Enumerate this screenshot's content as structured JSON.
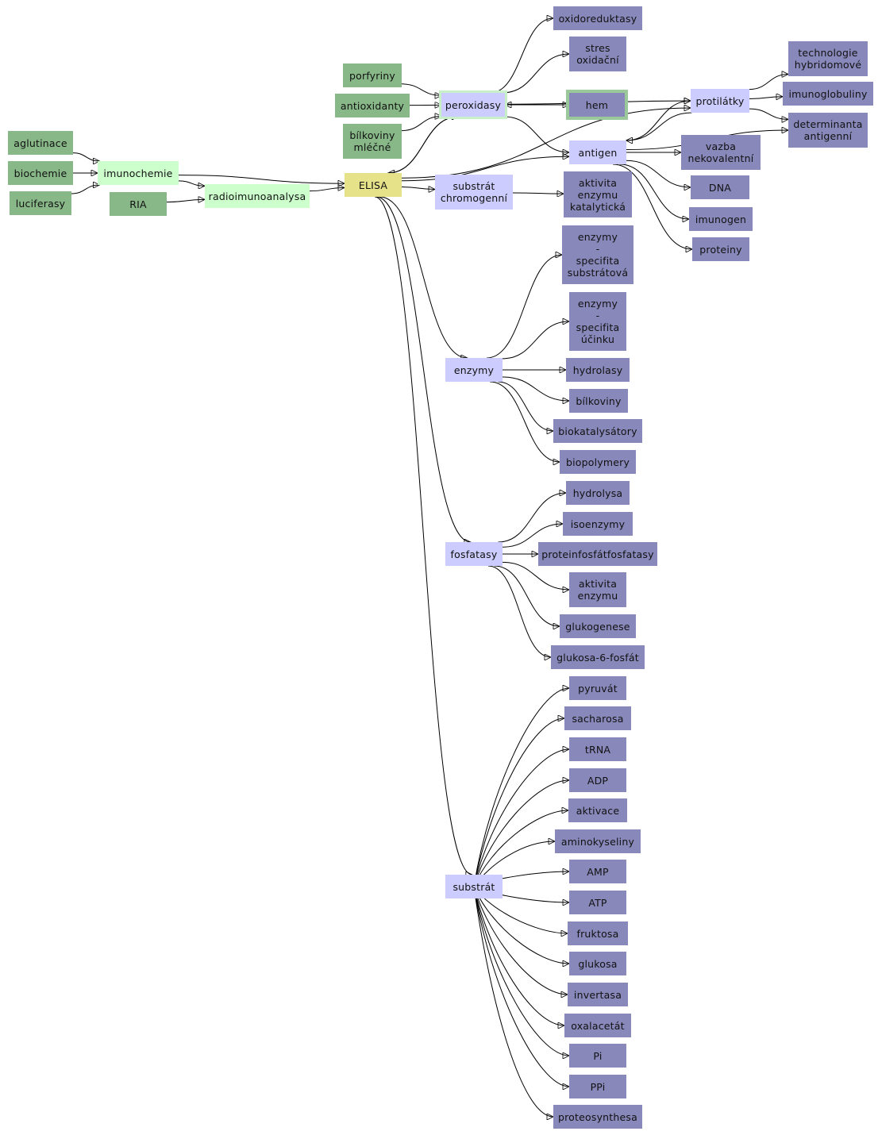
{
  "diagram": {
    "nodes": [
      {
        "id": "aglutinace",
        "label": "aglutinace",
        "kind": "source"
      },
      {
        "id": "biochemie",
        "label": "biochemie",
        "kind": "source"
      },
      {
        "id": "luciferasy",
        "label": "luciferasy",
        "kind": "source"
      },
      {
        "id": "ria",
        "label": "RIA",
        "kind": "source"
      },
      {
        "id": "imunochemie",
        "label": "imunochemie",
        "kind": "intermediate"
      },
      {
        "id": "radioimunoanalysa",
        "label": "radioimunoanalysa",
        "kind": "intermediate"
      },
      {
        "id": "porfyriny",
        "label": "porfyriny",
        "kind": "source"
      },
      {
        "id": "antioxidanty",
        "label": "antioxidanty",
        "kind": "source"
      },
      {
        "id": "bilkoviny_mlecne",
        "label": "bílkoviny\nmléčné",
        "kind": "source"
      },
      {
        "id": "elisa",
        "label": "ELISA",
        "kind": "center"
      },
      {
        "id": "peroxidasy",
        "label": "peroxidasy",
        "kind": "hub"
      },
      {
        "id": "hem",
        "label": "hem",
        "kind": "leaf"
      },
      {
        "id": "oxidoreduktasy",
        "label": "oxidoreduktasy",
        "kind": "leaf"
      },
      {
        "id": "stres",
        "label": "stres\noxidační",
        "kind": "leaf"
      },
      {
        "id": "protilatky",
        "label": "protilátky",
        "kind": "hub"
      },
      {
        "id": "technologie",
        "label": "technologie\nhybridomové",
        "kind": "leaf"
      },
      {
        "id": "imunoglobuliny",
        "label": "imunoglobuliny",
        "kind": "leaf"
      },
      {
        "id": "determinanta",
        "label": "determinanta\nantigenní",
        "kind": "leaf"
      },
      {
        "id": "antigen",
        "label": "antigen",
        "kind": "hub"
      },
      {
        "id": "vazba",
        "label": "vazba\nnekovalentní",
        "kind": "leaf"
      },
      {
        "id": "dna",
        "label": "DNA",
        "kind": "leaf"
      },
      {
        "id": "imunogen",
        "label": "imunogen",
        "kind": "leaf"
      },
      {
        "id": "proteiny",
        "label": "proteiny",
        "kind": "leaf"
      },
      {
        "id": "substrat_chromogenni",
        "label": "substrát\nchromogenní",
        "kind": "hub"
      },
      {
        "id": "aktivita_katalyticka",
        "label": "aktivita\nenzymu\nkatalytická",
        "kind": "leaf"
      },
      {
        "id": "enzymy",
        "label": "enzymy",
        "kind": "hub"
      },
      {
        "id": "enz_spec_sub",
        "label": "enzymy\n-\nspecifita\nsubstrátová",
        "kind": "leaf"
      },
      {
        "id": "enz_spec_uc",
        "label": "enzymy\n-\nspecifita\núčinku",
        "kind": "leaf"
      },
      {
        "id": "hydrolasy",
        "label": "hydrolasy",
        "kind": "leaf"
      },
      {
        "id": "bilkoviny",
        "label": "bílkoviny",
        "kind": "leaf"
      },
      {
        "id": "biokatalysatory",
        "label": "biokatalysátory",
        "kind": "leaf"
      },
      {
        "id": "biopolymery",
        "label": "biopolymery",
        "kind": "leaf"
      },
      {
        "id": "fosfatasy",
        "label": "fosfatasy",
        "kind": "hub"
      },
      {
        "id": "hydrolysa",
        "label": "hydrolysa",
        "kind": "leaf"
      },
      {
        "id": "isoenzymy",
        "label": "isoenzymy",
        "kind": "leaf"
      },
      {
        "id": "proteinfosfat",
        "label": "proteinfosfátfosfatasy",
        "kind": "leaf"
      },
      {
        "id": "aktivita_enzymu",
        "label": "aktivita\nenzymu",
        "kind": "leaf"
      },
      {
        "id": "glukogenese",
        "label": "glukogenese",
        "kind": "leaf"
      },
      {
        "id": "glukosa6",
        "label": "glukosa-6-fosfát",
        "kind": "leaf"
      },
      {
        "id": "substrat",
        "label": "substrát",
        "kind": "hub"
      },
      {
        "id": "pyruvat",
        "label": "pyruvát",
        "kind": "leaf"
      },
      {
        "id": "sacharosa",
        "label": "sacharosa",
        "kind": "leaf"
      },
      {
        "id": "trna",
        "label": "tRNA",
        "kind": "leaf"
      },
      {
        "id": "adp",
        "label": "ADP",
        "kind": "leaf"
      },
      {
        "id": "aktivace",
        "label": "aktivace",
        "kind": "leaf"
      },
      {
        "id": "aminokyseliny",
        "label": "aminokyseliny",
        "kind": "leaf"
      },
      {
        "id": "amp",
        "label": "AMP",
        "kind": "leaf"
      },
      {
        "id": "atp",
        "label": "ATP",
        "kind": "leaf"
      },
      {
        "id": "fruktosa",
        "label": "fruktosa",
        "kind": "leaf"
      },
      {
        "id": "glukosa",
        "label": "glukosa",
        "kind": "leaf"
      },
      {
        "id": "invertasa",
        "label": "invertasa",
        "kind": "leaf"
      },
      {
        "id": "oxalacetat",
        "label": "oxalacetát",
        "kind": "leaf"
      },
      {
        "id": "pi",
        "label": "Pi",
        "kind": "leaf"
      },
      {
        "id": "ppi",
        "label": "PPi",
        "kind": "leaf"
      },
      {
        "id": "proteosynthesa",
        "label": "proteosynthesa",
        "kind": "leaf"
      }
    ],
    "edges": [
      [
        "aglutinace",
        "imunochemie"
      ],
      [
        "biochemie",
        "imunochemie"
      ],
      [
        "luciferasy",
        "imunochemie"
      ],
      [
        "imunochemie",
        "radioimunoanalysa"
      ],
      [
        "imunochemie",
        "elisa"
      ],
      [
        "ria",
        "radioimunoanalysa"
      ],
      [
        "radioimunoanalysa",
        "elisa"
      ],
      [
        "porfyriny",
        "peroxidasy"
      ],
      [
        "antioxidanty",
        "peroxidasy"
      ],
      [
        "bilkoviny_mlecne",
        "peroxidasy"
      ],
      [
        "elisa",
        "peroxidasy"
      ],
      [
        "peroxidasy",
        "elisa"
      ],
      [
        "peroxidasy",
        "hem"
      ],
      [
        "hem",
        "peroxidasy"
      ],
      [
        "peroxidasy",
        "oxidoreduktasy"
      ],
      [
        "peroxidasy",
        "stres"
      ],
      [
        "peroxidasy",
        "protilatky"
      ],
      [
        "peroxidasy",
        "antigen"
      ],
      [
        "elisa",
        "antigen"
      ],
      [
        "elisa",
        "protilatky"
      ],
      [
        "protilatky",
        "technologie"
      ],
      [
        "protilatky",
        "imunoglobuliny"
      ],
      [
        "protilatky",
        "determinanta"
      ],
      [
        "protilatky",
        "antigen"
      ],
      [
        "antigen",
        "protilatky"
      ],
      [
        "antigen",
        "determinanta"
      ],
      [
        "antigen",
        "vazba"
      ],
      [
        "antigen",
        "dna"
      ],
      [
        "antigen",
        "imunogen"
      ],
      [
        "antigen",
        "proteiny"
      ],
      [
        "elisa",
        "substrat_chromogenni"
      ],
      [
        "substrat_chromogenni",
        "aktivita_katalyticka"
      ],
      [
        "elisa",
        "enzymy"
      ],
      [
        "enzymy",
        "enz_spec_sub"
      ],
      [
        "enzymy",
        "enz_spec_uc"
      ],
      [
        "enzymy",
        "hydrolasy"
      ],
      [
        "enzymy",
        "bilkoviny"
      ],
      [
        "enzymy",
        "biokatalysatory"
      ],
      [
        "enzymy",
        "biopolymery"
      ],
      [
        "elisa",
        "fosfatasy"
      ],
      [
        "fosfatasy",
        "hydrolysa"
      ],
      [
        "fosfatasy",
        "isoenzymy"
      ],
      [
        "fosfatasy",
        "proteinfosfat"
      ],
      [
        "fosfatasy",
        "aktivita_enzymu"
      ],
      [
        "fosfatasy",
        "glukogenese"
      ],
      [
        "fosfatasy",
        "glukosa6"
      ],
      [
        "elisa",
        "substrat"
      ],
      [
        "substrat",
        "pyruvat"
      ],
      [
        "substrat",
        "sacharosa"
      ],
      [
        "substrat",
        "trna"
      ],
      [
        "substrat",
        "adp"
      ],
      [
        "substrat",
        "aktivace"
      ],
      [
        "substrat",
        "aminokyseliny"
      ],
      [
        "substrat",
        "amp"
      ],
      [
        "substrat",
        "atp"
      ],
      [
        "substrat",
        "fruktosa"
      ],
      [
        "substrat",
        "glukosa"
      ],
      [
        "substrat",
        "invertasa"
      ],
      [
        "substrat",
        "oxalacetat"
      ],
      [
        "substrat",
        "pi"
      ],
      [
        "substrat",
        "ppi"
      ],
      [
        "substrat",
        "proteosynthesa"
      ]
    ]
  }
}
